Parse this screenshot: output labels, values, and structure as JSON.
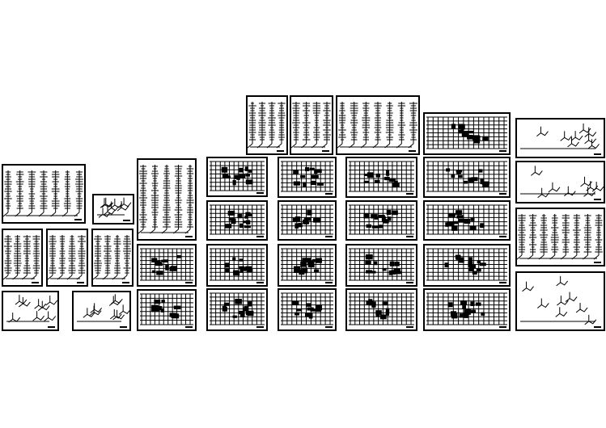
{
  "colors": {
    "background": "#ffffff",
    "ink": "#000000"
  },
  "sheet_kinds": [
    "riser-diagram",
    "floor-plan",
    "isometric-piping"
  ]
}
